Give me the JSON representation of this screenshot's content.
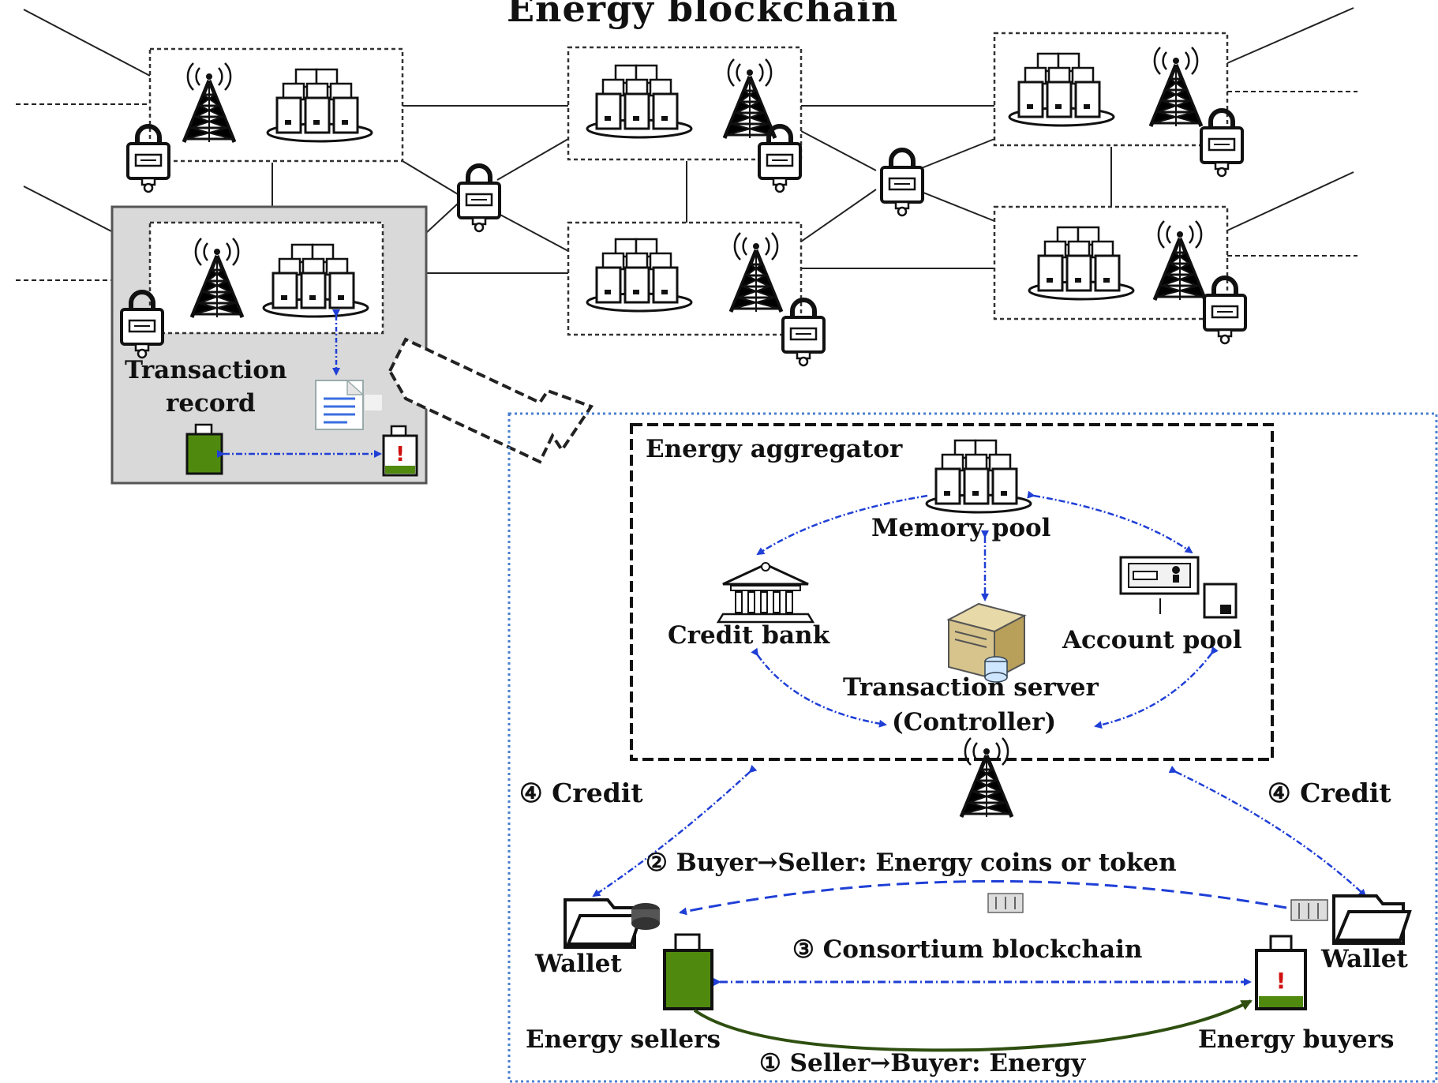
{
  "title": "Energy blockchain",
  "labels": {
    "transaction_record_line1": "Transaction",
    "transaction_record_line2": "record",
    "energy_aggregator": "Energy aggregator",
    "memory_pool": "Memory pool",
    "credit_bank": "Credit bank",
    "account_pool": "Account pool",
    "transaction_server_line1": "Transaction server",
    "transaction_server_line2": "(Controller)",
    "credit_left": "④ Credit",
    "credit_right": "④ Credit",
    "step2": "② Buyer→Seller: Energy coins or token",
    "step3": "③ Consortium blockchain",
    "wallet_left": "Wallet",
    "wallet_right": "Wallet",
    "energy_sellers": "Energy sellers",
    "energy_buyers": "Energy buyers",
    "step1": "① Seller→Buyer: Energy"
  },
  "colors": {
    "arrow_blue": "#1f3fd6",
    "battery_green": "#4f8a0f",
    "highlight_gray": "#d9d9d9",
    "alert_red": "#d01010"
  }
}
